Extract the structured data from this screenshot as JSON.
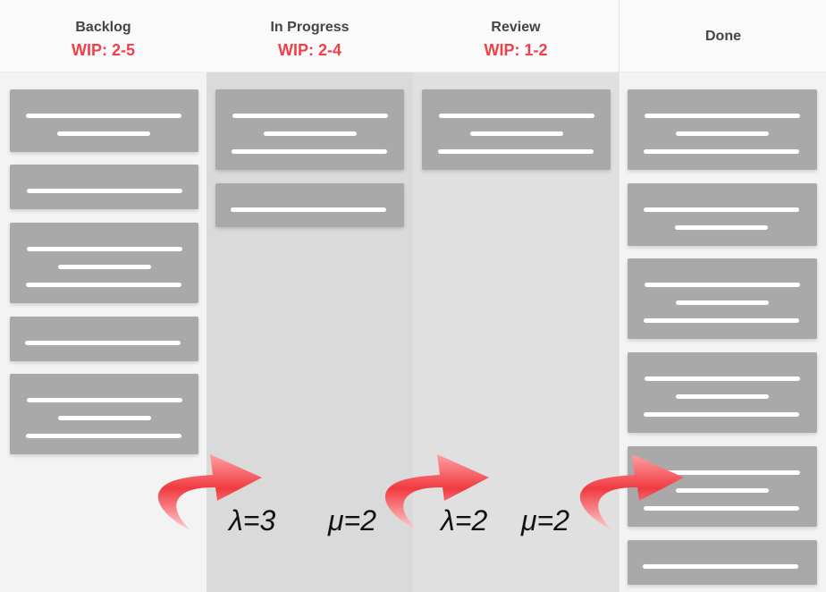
{
  "board": {
    "columns": [
      {
        "title": "Backlog",
        "wip": "WIP: 2-5",
        "bg": "#f3f3f3"
      },
      {
        "title": "In Progress",
        "wip": "WIP: 2-4",
        "bg": "#dadada"
      },
      {
        "title": "Review",
        "wip": "WIP: 1-2",
        "bg": "#e0e0e0"
      },
      {
        "title": "Done",
        "wip": "",
        "bg": "#f3f3f3"
      }
    ],
    "card_counts": {
      "backlog": 5,
      "in_progress": 2,
      "review": 1,
      "done": 6
    }
  },
  "flow": {
    "arrival_1": "λ=3",
    "service_1": "μ=2",
    "arrival_2": "λ=2",
    "service_2": "μ=2"
  },
  "colors": {
    "wip_text": "#f04048",
    "card": "#a9a9a9",
    "arrow": "#f03a40",
    "header_bg": "#fafafa"
  }
}
